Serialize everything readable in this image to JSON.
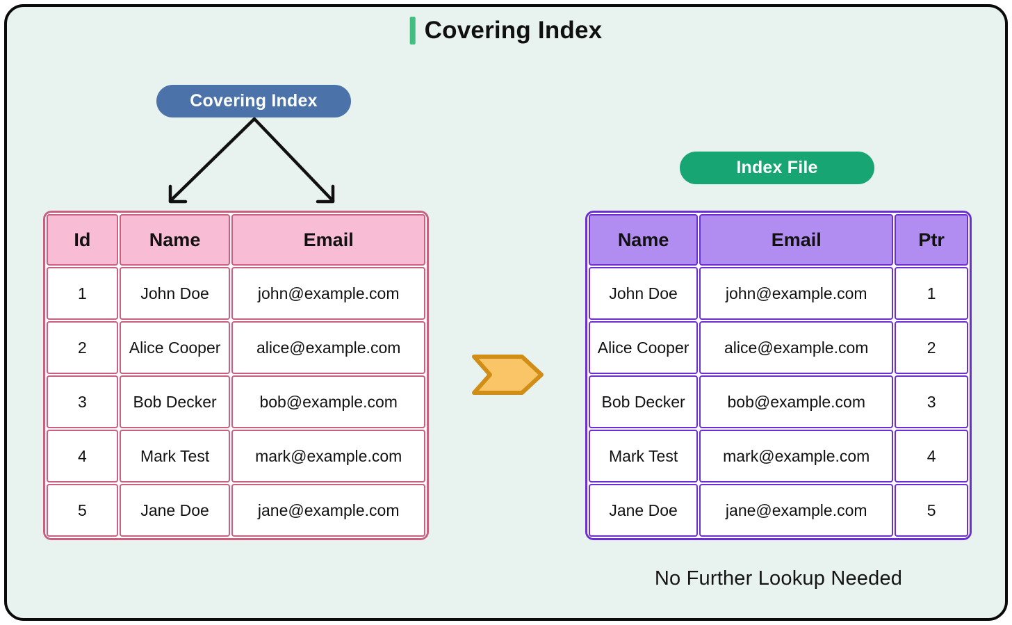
{
  "title": {
    "text": "Covering Index"
  },
  "covering_badge": {
    "label": "Covering Index"
  },
  "index_badge": {
    "label": "Index File"
  },
  "left_table": {
    "headers": [
      "Id",
      "Name",
      "Email"
    ],
    "rows": [
      [
        "1",
        "John Doe",
        "john@example.com"
      ],
      [
        "2",
        "Alice Cooper",
        "alice@example.com"
      ],
      [
        "3",
        "Bob Decker",
        "bob@example.com"
      ],
      [
        "4",
        "Mark Test",
        "mark@example.com"
      ],
      [
        "5",
        "Jane Doe",
        "jane@example.com"
      ]
    ]
  },
  "right_table": {
    "headers": [
      "Name",
      "Email",
      "Ptr"
    ],
    "rows": [
      [
        "John Doe",
        "john@example.com",
        "1"
      ],
      [
        "Alice Cooper",
        "alice@example.com",
        "2"
      ],
      [
        "Bob Decker",
        "bob@example.com",
        "3"
      ],
      [
        "Mark Test",
        "mark@example.com",
        "4"
      ],
      [
        "Jane Doe",
        "jane@example.com",
        "5"
      ]
    ]
  },
  "footnote": {
    "text": "No Further Lookup Needed"
  },
  "colors": {
    "mint": "#e8f2ee",
    "ink": "#101010",
    "rose": "#ca5f80",
    "pink": "#f8bdd4",
    "purple": "#6a2ed4",
    "lavender": "#b18df2",
    "blue": "#4b73aa",
    "green": "#17a673",
    "accent": "#43bd80",
    "orange": "#f9c566",
    "orangedark": "#d08e16"
  }
}
